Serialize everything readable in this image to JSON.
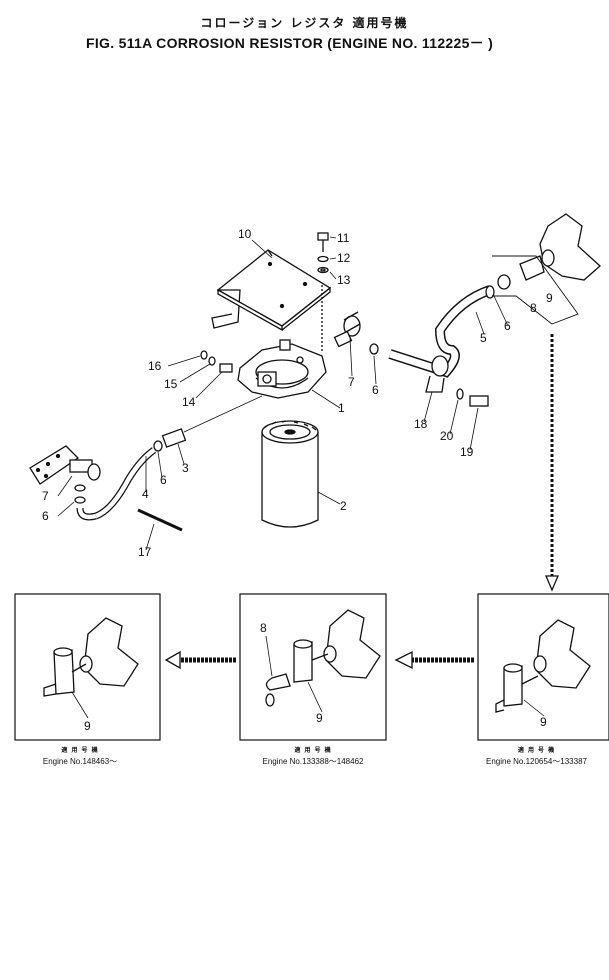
{
  "title": {
    "japanese": "コロージョン レジスタ 適用号機",
    "english": "FIG. 511A  CORROSION RESISTOR (ENGINE NO. 112225－ )"
  },
  "callouts": [
    {
      "id": "c10",
      "text": "10"
    },
    {
      "id": "c11",
      "text": "11"
    },
    {
      "id": "c12",
      "text": "12"
    },
    {
      "id": "c13",
      "text": "13"
    },
    {
      "id": "c16",
      "text": "16"
    },
    {
      "id": "c15",
      "text": "15"
    },
    {
      "id": "c14",
      "text": "14"
    },
    {
      "id": "c7a",
      "text": "7"
    },
    {
      "id": "c6a",
      "text": "6"
    },
    {
      "id": "c1",
      "text": "1"
    },
    {
      "id": "c2",
      "text": "2"
    },
    {
      "id": "c3",
      "text": "3"
    },
    {
      "id": "c6b",
      "text": "6"
    },
    {
      "id": "c4",
      "text": "4"
    },
    {
      "id": "c7b",
      "text": "7"
    },
    {
      "id": "c6c",
      "text": "6"
    },
    {
      "id": "c17",
      "text": "17"
    },
    {
      "id": "c5",
      "text": "5"
    },
    {
      "id": "c6d",
      "text": "6"
    },
    {
      "id": "c8a",
      "text": "8"
    },
    {
      "id": "c9a",
      "text": "9"
    },
    {
      "id": "c18",
      "text": "18"
    },
    {
      "id": "c20",
      "text": "20"
    },
    {
      "id": "c19",
      "text": "19"
    },
    {
      "id": "c8b",
      "text": "8"
    },
    {
      "id": "c9b",
      "text": "9"
    },
    {
      "id": "c9c",
      "text": "9"
    },
    {
      "id": "c9d",
      "text": "9"
    }
  ],
  "insets": [
    {
      "jp": "適 用 号 機",
      "range": "Engine No.148463～"
    },
    {
      "jp": "適 用 号 機",
      "range": "Engine No.133388～148462"
    },
    {
      "jp": "適 用 号 機",
      "range": "Engine No.120654～133387"
    }
  ]
}
